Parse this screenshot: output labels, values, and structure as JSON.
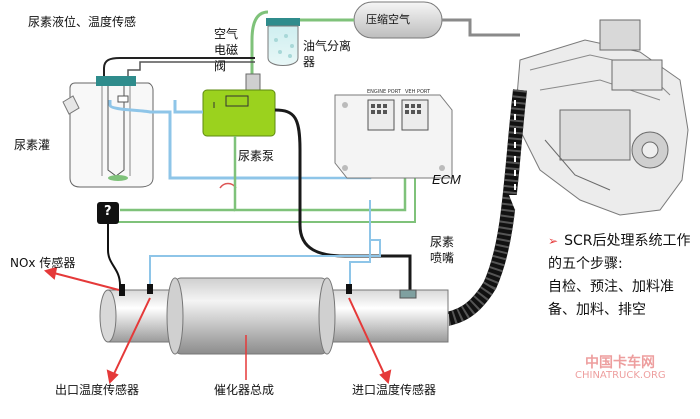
{
  "labels": {
    "level_temp_sensor": "尿素液位、温度传感",
    "solenoid_valve": "空气电磁阀",
    "oil_air_separator": "油气分离器",
    "compressed_air": "压缩空气",
    "urea_tank": "尿素灌",
    "urea_pump": "尿素泵",
    "ecm": "ECM",
    "nozzle": "尿素喷嘴",
    "nox_sensor": "NOx 传感器",
    "outlet_temp_sensor": "出口温度传感器",
    "catalyst_assembly": "催化器总成",
    "inlet_temp_sensor": "进口温度传感器",
    "question_mark": "?",
    "ecm_port_left": "ENGINE PORT",
    "ecm_port_right": "VEH PORT"
  },
  "side_text": {
    "heading": "SCR后处理系统工作的五个步骤:",
    "steps": "自检、预注、加料准备、加料、排空"
  },
  "watermark": {
    "cn": "中国卡车网",
    "en": "CHINATRUCK.ORG"
  },
  "colors": {
    "pump_green": "#9bd21e",
    "tank_cap": "#2f8c8c",
    "line_blue": "#8ec5e8",
    "line_green": "#7fc27a",
    "arrow_red": "#e53939"
  }
}
